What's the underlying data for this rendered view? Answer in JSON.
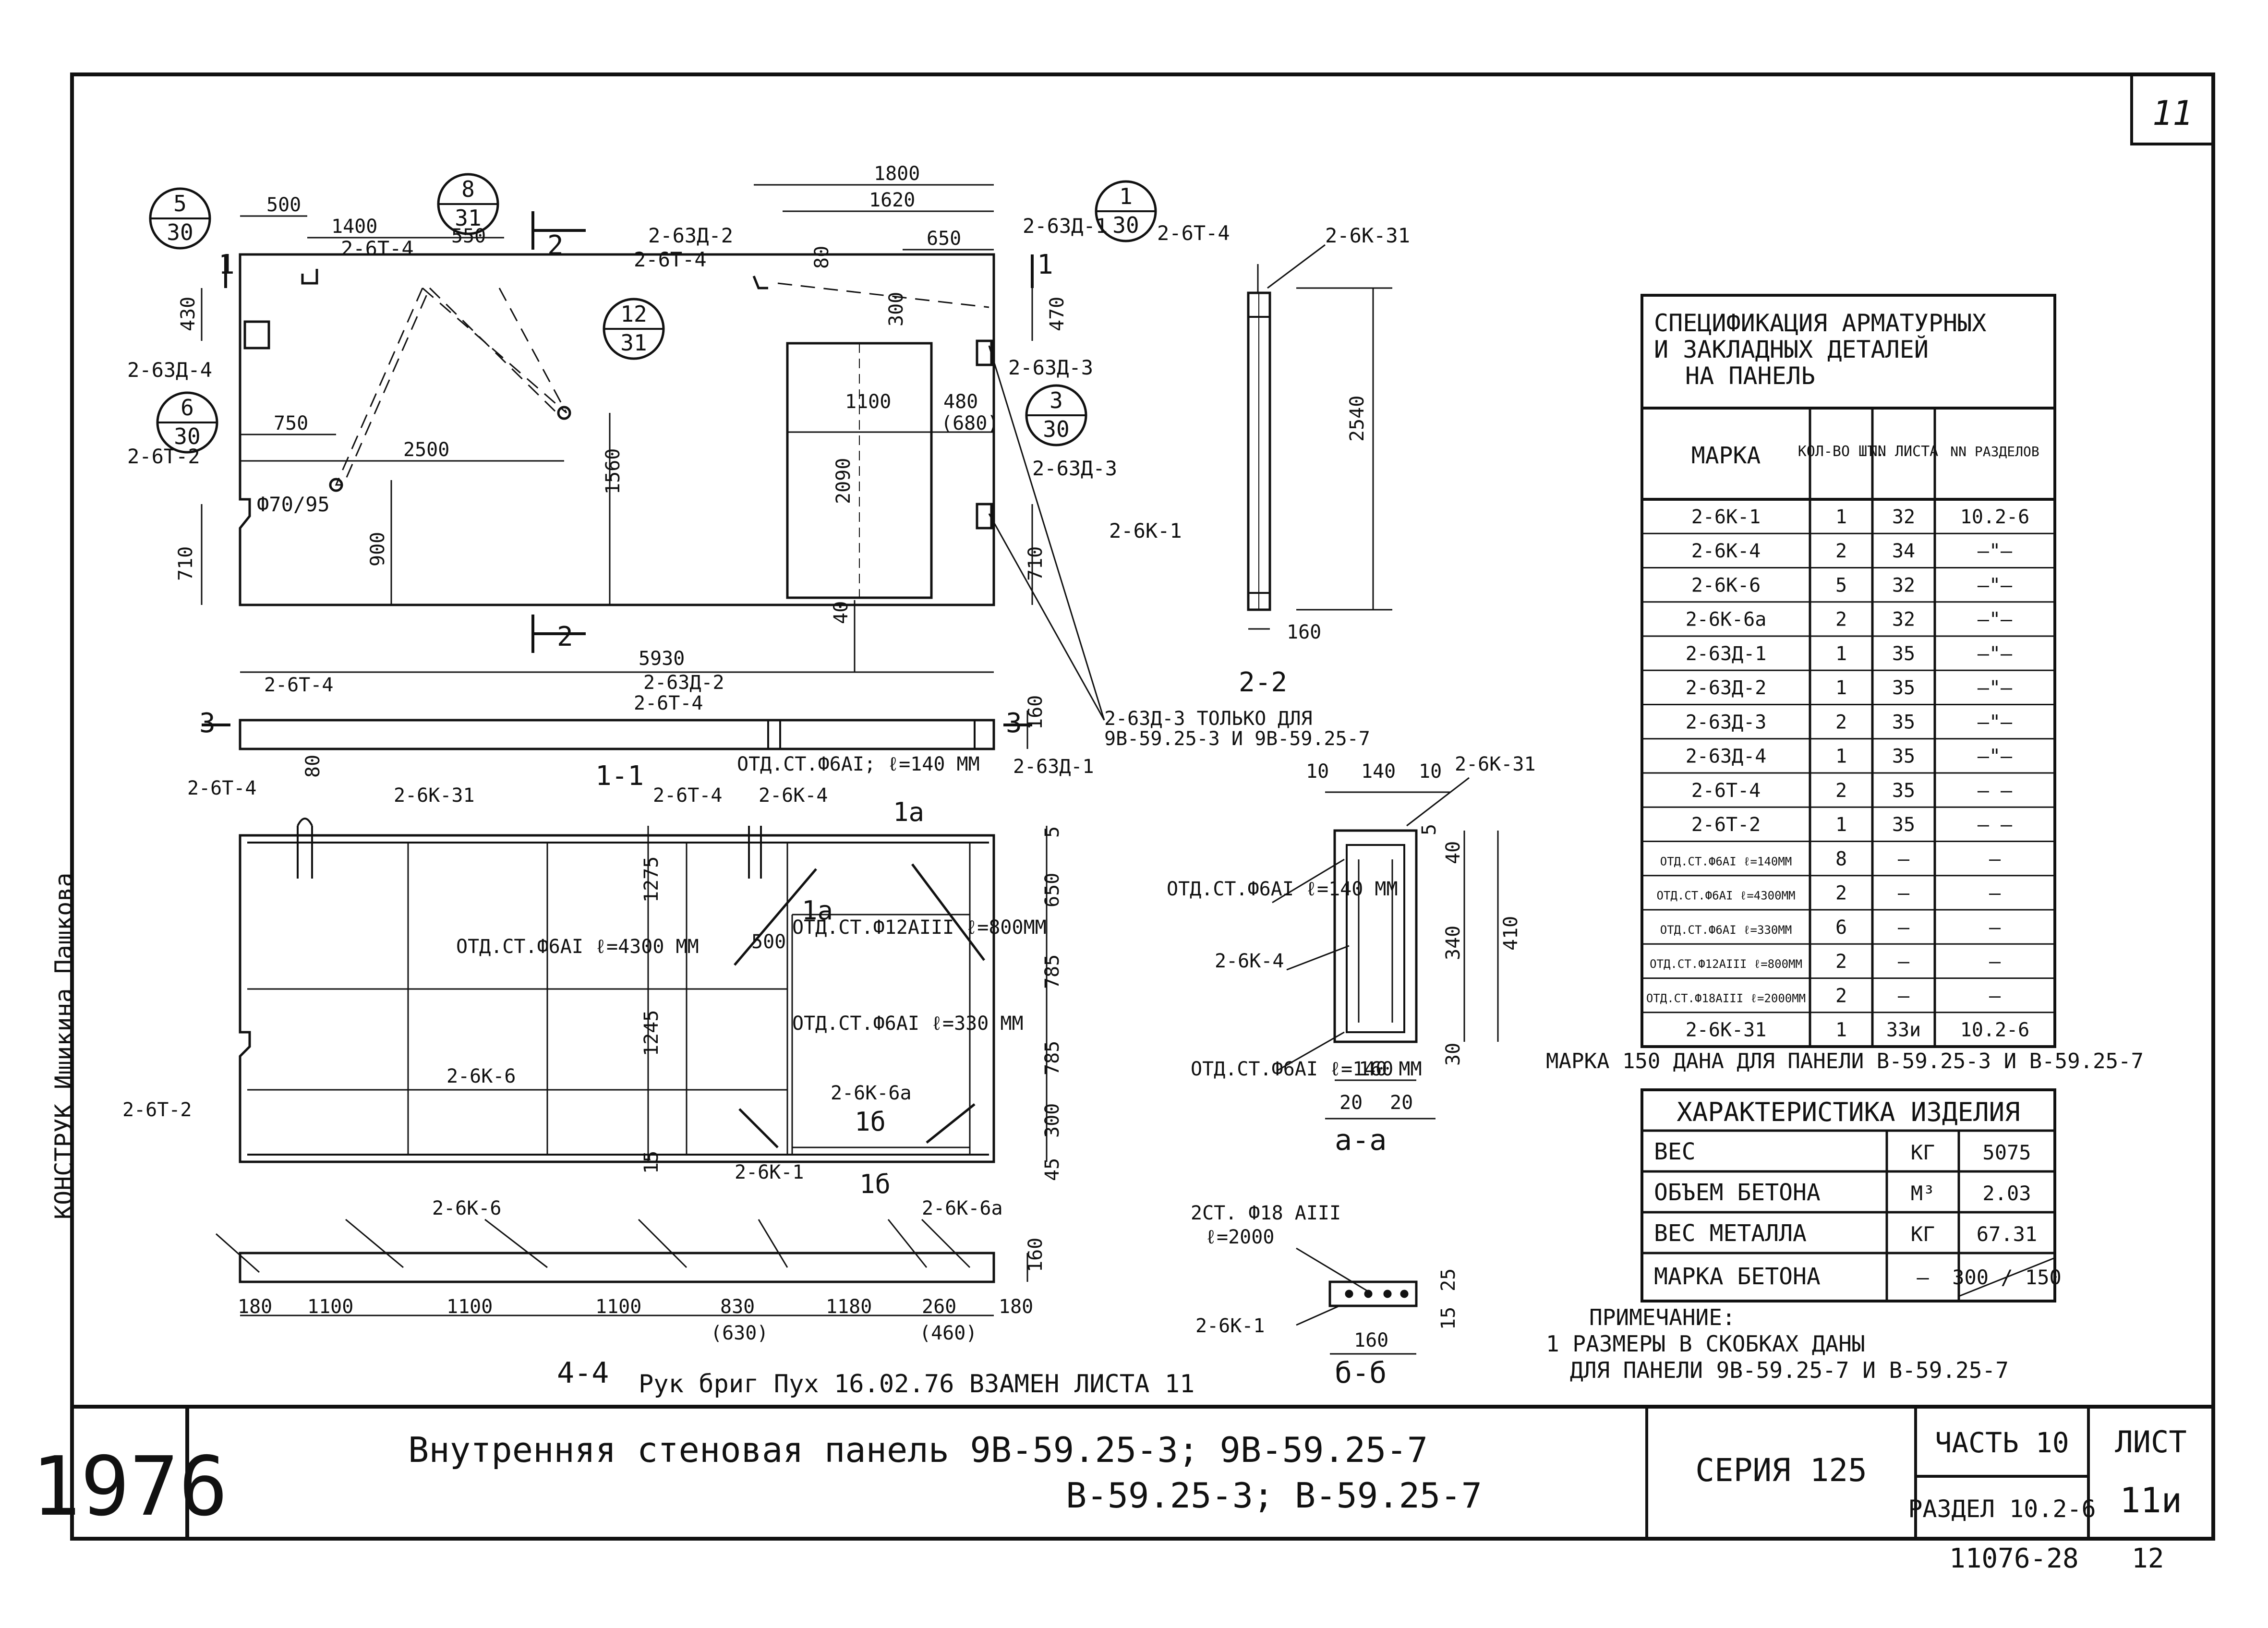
{
  "sheet_corner": "11",
  "year": "1976",
  "title_line1": "Внутренняя  стеновая  панель  9В-59.25-3;  9В-59.25-7",
  "title_line2": "В-59.25-3;  В-59.25-7",
  "series": "СЕРИЯ  125",
  "part": "ЧАСТЬ 10",
  "section": "РАЗДЕЛ 10.2-6",
  "sheet_label": "ЛИСТ",
  "sheet_no": "11и",
  "doc_number": "11076-28",
  "page_no": "12",
  "margin_note": "КОНСТРУК Ишикина Пашкова",
  "replacement_note": "Рук бриг  Пух 16.02.76  ВЗАМЕН ЛИСТА 11",
  "spec": {
    "title": [
      "СПЕЦИФИКАЦИЯ АРМАТУРНЫХ",
      "И ЗАКЛАДНЫХ  ДЕТАЛЕЙ",
      "НА ПАНЕЛЬ"
    ],
    "headers": [
      "МАРКА",
      "КОЛ-ВО ШТ.",
      "NN ЛИСТА",
      "NN РАЗДЕЛОВ"
    ],
    "rows": [
      [
        "2-6К-1",
        "1",
        "32",
        "10.2-6"
      ],
      [
        "2-6К-4",
        "2",
        "34",
        "—\"—"
      ],
      [
        "2-6К-6",
        "5",
        "32",
        "—\"—"
      ],
      [
        "2-6К-6а",
        "2",
        "32",
        "—\"—"
      ],
      [
        "2-63Д-1",
        "1",
        "35",
        "—\"—"
      ],
      [
        "2-63Д-2",
        "1",
        "35",
        "—\"—"
      ],
      [
        "2-63Д-3",
        "2",
        "35",
        "—\"—"
      ],
      [
        "2-63Д-4",
        "1",
        "35",
        "—\"—"
      ],
      [
        "2-6Т-4",
        "2",
        "35",
        "— —"
      ],
      [
        "2-6Т-2",
        "1",
        "35",
        "— —"
      ],
      [
        "ОТД.СТ.Ф6АI ℓ=140ММ",
        "8",
        "—",
        "—"
      ],
      [
        "ОТД.СТ.Ф6АI ℓ=4300ММ",
        "2",
        "—",
        "—"
      ],
      [
        "ОТД.СТ.Ф6АI ℓ=330ММ",
        "6",
        "—",
        "—"
      ],
      [
        "ОТД.СТ.Ф12АIII ℓ=800ММ",
        "2",
        "—",
        "—"
      ],
      [
        "ОТД.СТ.Ф18АIII ℓ=2000ММ",
        "2",
        "—",
        "—"
      ],
      [
        "2-6К-31",
        "1",
        "33и",
        "10.2-6"
      ]
    ],
    "footnote": "МАРКА 150 ДАНА ДЛЯ ПАНЕЛИ В-59.25-3 И В-59.25-7"
  },
  "char": {
    "title": "ХАРАКТЕРИСТИКА ИЗДЕЛИЯ",
    "rows": [
      [
        "ВЕС",
        "КГ",
        "5075"
      ],
      [
        "ОБЪЕМ БЕТОНА",
        "М³",
        "2.03"
      ],
      [
        "ВЕС МЕТАЛЛА",
        "КГ",
        "67.31"
      ],
      [
        "МАРКА БЕТОНА",
        "—",
        "300 / 150"
      ]
    ]
  },
  "note": {
    "title": "ПРИМЕЧАНИЕ:",
    "line1": "1 РАЗМЕРЫ В СКОБКАХ  ДАНЫ",
    "line2": "ДЛЯ ПАНЕЛИ  9В-59.25-7 И В-59.25-7"
  },
  "elevation": {
    "callouts": [
      {
        "top": "5",
        "bottom": "30"
      },
      {
        "top": "8",
        "bottom": "31"
      },
      {
        "top": "12",
        "bottom": "31"
      },
      {
        "top": "1",
        "bottom": "30"
      },
      {
        "top": "6",
        "bottom": "30"
      },
      {
        "top": "3",
        "bottom": "30"
      }
    ],
    "labels": [
      "2-6Т-4",
      "2-63Д-2",
      "2-6Т-4",
      "2-63Д-1",
      "2-6Т-4",
      "2-6К-31",
      "2-63Д-4",
      "2-6Т-2",
      "Ф70/95",
      "2-63Д-3",
      "2-63Д-3",
      "2-6К-1"
    ],
    "dims": [
      "500",
      "1400",
      "550",
      "1800",
      "1620",
      "650",
      "80",
      "430",
      "750",
      "2500",
      "1100",
      "480",
      "(680)",
      "300",
      "470",
      "2090",
      "1560",
      "900",
      "710",
      "710",
      "40",
      "2540",
      "160",
      "5930"
    ],
    "section_marks": [
      "1",
      "1",
      "2",
      "2",
      "2-2"
    ],
    "long_note": [
      "2-63Д-3 ТОЛЬКО ДЛЯ",
      "9В-59.25-3 И 9В-59.25-7"
    ]
  },
  "section33": {
    "labels": [
      "2-6Т-4",
      "2-63Д-2",
      "2-6Т-4",
      "2-63Д-1",
      "3",
      "3",
      "80",
      "160"
    ],
    "note": "ОТД.СТ.Ф6АI; ℓ=140 ММ"
  },
  "section11": {
    "title": "1-1",
    "labels": [
      "2-6Т-4",
      "2-6К-31",
      "2-6Т-4",
      "2-6К-4",
      "1а",
      "1а",
      "ОТД.СТ.Ф6АI ℓ=4300 ММ",
      "ОТД.СТ.Ф12АIII ℓ=800ММ",
      "ОТД.СТ.Ф6АI ℓ=330 ММ",
      "2-6К-6",
      "2-6К-6а",
      "1б",
      "1б",
      "2-6К-1",
      "2-6Т-2"
    ],
    "dims": [
      "5",
      "1275",
      "650",
      "500",
      "785",
      "1245",
      "785",
      "300",
      "15",
      "45"
    ]
  },
  "sectionAA": {
    "title": "а-а",
    "labels": [
      "2-6К-31",
      "ОТД.СТ.Ф6АI ℓ=140 ММ",
      "2-6К-4",
      "ОТД.СТ.Ф6АI ℓ=140 ММ"
    ],
    "dims": [
      "10",
      "140",
      "10",
      "5",
      "40",
      "340",
      "410",
      "30",
      "160",
      "20",
      "20"
    ]
  },
  "section44": {
    "title": "4-4",
    "labels": [
      "2-6К-6",
      "2-6К-6а"
    ],
    "dims": [
      "180",
      "1100",
      "1100",
      "1100",
      "830",
      "(630)",
      "1180",
      "260",
      "(460)",
      "180",
      "160"
    ]
  },
  "sectionBB": {
    "title": "б-б",
    "labels": [
      "2СТ. Ф18 АIII",
      "ℓ=2000",
      "2-6К-1"
    ],
    "dims": [
      "25",
      "15",
      "160"
    ]
  }
}
